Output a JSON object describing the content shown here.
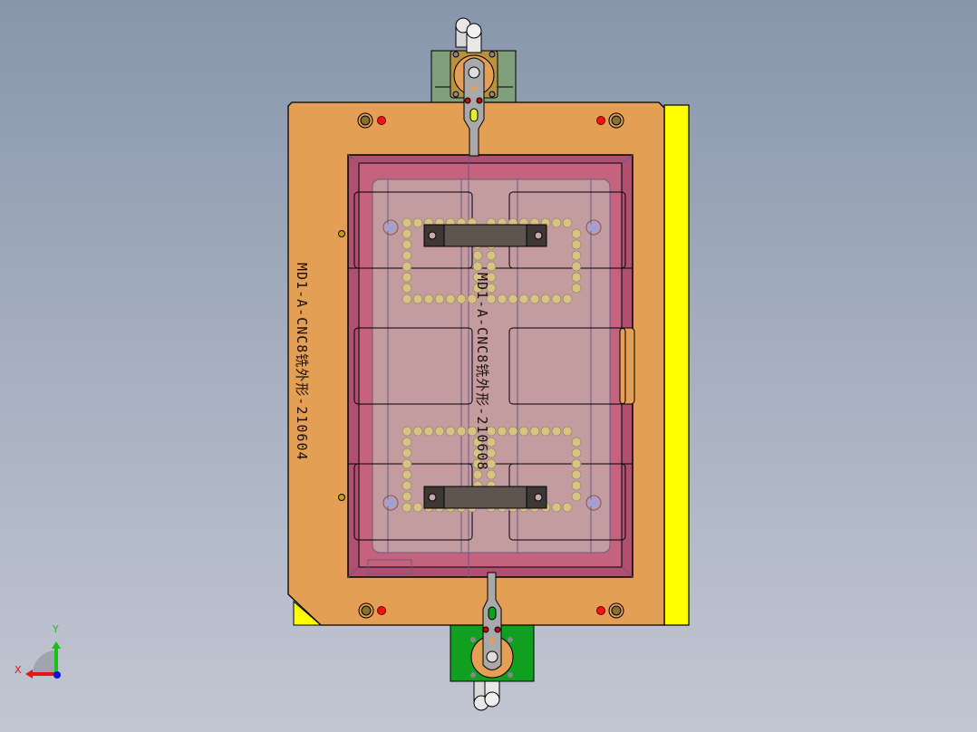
{
  "viewport": {
    "background_top": "#8896ab",
    "background_bottom": "#c2c6d2"
  },
  "model": {
    "engraving_outer": "MD1-A-CNC8铣外形-210604",
    "engraving_inner": "MD1-A-CNC8铣外形-210608",
    "colors": {
      "base_plate": "#e59f55",
      "yellow_strip": "#ffff00",
      "pocket_frame": "#c5627e",
      "pocket_inner": "#c49ca0",
      "clamp_body_top": "#7fa07a",
      "clamp_body_bottom": "#10a020",
      "lever": "#a9a9a9",
      "handle": "#5e554e",
      "locator_dot": "#d8c482",
      "pin_red": "#ff1010",
      "hole_blue": "#a0a0d8"
    }
  },
  "triad": {
    "x_label": "X",
    "y_label": "Y"
  }
}
